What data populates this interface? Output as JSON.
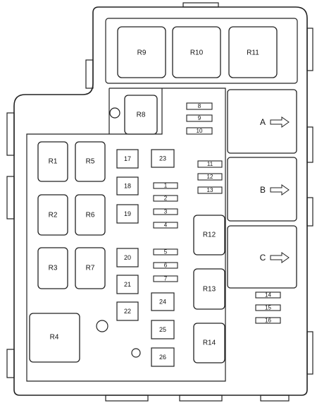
{
  "relays_top": [
    "R9",
    "R10",
    "R11"
  ],
  "relay_r8": "R8",
  "relays_left": [
    "R1",
    "R5",
    "R2",
    "R6",
    "R3",
    "R7",
    "R4"
  ],
  "relays_mid": [
    "R12",
    "R13",
    "R14"
  ],
  "blocks": [
    "A",
    "B",
    "C"
  ],
  "fuses_small_top": [
    "8",
    "9",
    "10"
  ],
  "fuses_small_mid_right": [
    "11",
    "12",
    "13"
  ],
  "fuses_small_mid_left": [
    "1",
    "2",
    "3",
    "4",
    "5",
    "6",
    "7"
  ],
  "fuses_small_right": [
    "14",
    "15",
    "16"
  ],
  "fuses_square": [
    "17",
    "23",
    "18",
    "19",
    "20",
    "21",
    "22",
    "24",
    "25",
    "26"
  ]
}
